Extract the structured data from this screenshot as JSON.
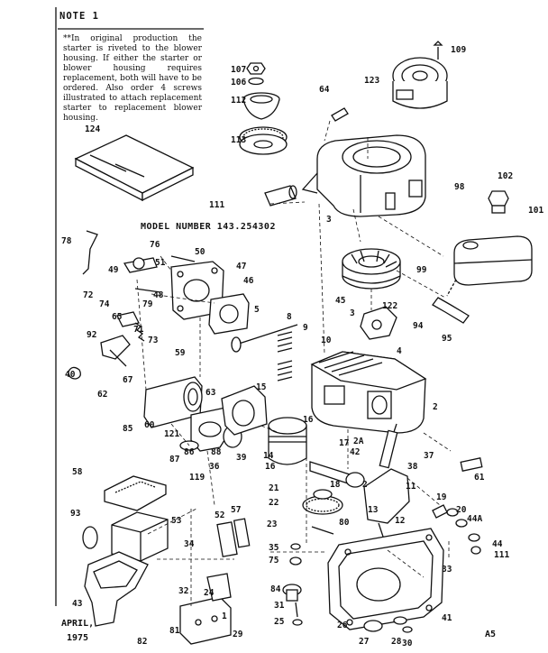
{
  "note": {
    "title": "NOTE 1",
    "body": "**In original production the starter is riveted to the blower housing. If either the starter or blower housing requires replacement, both will have to be ordered. Also order 4 screws illustrated to attach replacement starter to replacement blower housing."
  },
  "model_number": "MODEL NUMBER 143.254302",
  "date": {
    "month": "APRIL,",
    "year": "1975"
  },
  "page_id": "A5",
  "part_labels": [
    "109",
    "107",
    "106",
    "112",
    "113",
    "124",
    "64",
    "123",
    "98",
    "102",
    "101",
    "111",
    "3",
    "78",
    "76",
    "50",
    "47",
    "46",
    "49",
    "51",
    "48",
    "79",
    "72",
    "74",
    "65",
    "71",
    "73",
    "92",
    "40",
    "67",
    "59",
    "5",
    "8",
    "9",
    "10",
    "45",
    "122",
    "94",
    "95",
    "99",
    "3",
    "4",
    "62",
    "63",
    "15",
    "16",
    "2",
    "85",
    "60",
    "121",
    "88",
    "86",
    "87",
    "14",
    "16",
    "17",
    "2A",
    "42",
    "38",
    "37",
    "61",
    "58",
    "119",
    "36",
    "39",
    "21",
    "18",
    "22",
    "11",
    "13",
    "23",
    "12",
    "19",
    "20",
    "44A",
    "44",
    "111",
    "93",
    "53",
    "52",
    "57",
    "34",
    "35",
    "75",
    "33",
    "84",
    "24",
    "80",
    "32",
    "31",
    "25",
    "26",
    "27",
    "28",
    "30",
    "41",
    "43",
    "82",
    "81",
    "29",
    "1",
    "2"
  ]
}
